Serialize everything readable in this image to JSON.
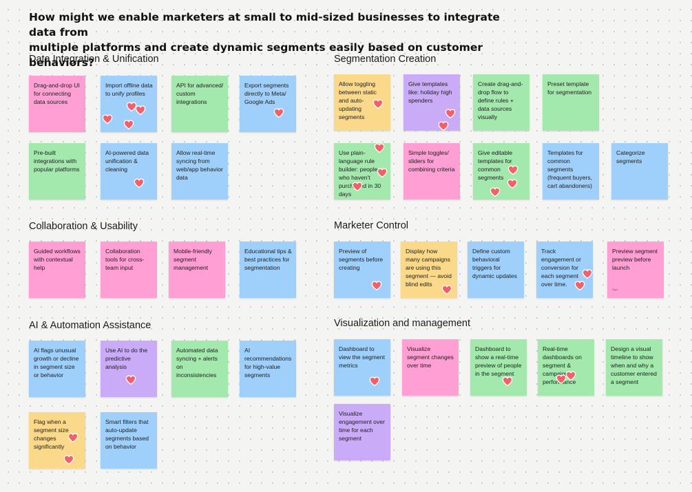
{
  "header": {
    "title_line1": "How might we enable marketers at small to mid-sized businesses to integrate data from",
    "title_line2": "multiple platforms and create dynamic segments easily based on customer behaviors?"
  },
  "sections": {
    "data_integration": "Data Integration & Unification",
    "collaboration": "Collaboration & Usability",
    "ai_automation": "AI & Automation Assistance",
    "segmentation": "Segmentation Creation",
    "marketer_control": "Marketer Control",
    "visualization": "Visualization and management"
  },
  "notes": {
    "di1": "Drag-and-drop UI for connecting data sources",
    "di2": "Import offline data to unify profiles",
    "di3": "API for advanced/ custom integrations",
    "di4": "Export segments directly to Meta/ Google Ads",
    "di5": "Pre-built integrations with popular platforms",
    "di6": "AI-powered data unification & cleaning",
    "di7": "Allow real-time syncing from web/app behavior data",
    "co1": "Guided workflows with contextual help",
    "co2": "Collaboration tools for cross-team input",
    "co3": "Mobile-friendly segment management",
    "co4": "Educational tips & best practices for segmentation",
    "ai1": "AI flags unusual growth or decline in segment size or behavior",
    "ai2": "Use AI to do the predictive analysis",
    "ai3": "Automated data syncing + alerts on inconsistencies",
    "ai4": "AI recommendations for high-value segments",
    "ai5": "Flag when a segment size changes significantly",
    "ai6": "Smart filters that auto-update segments based on behavior",
    "sc1": "Allow toggling between static and auto-updating segments",
    "sc2": "Give templates like: holiday high spenders",
    "sc3": "Create drag-and-drop flow to define rules + data sources visually",
    "sc4": "Preset template for segmentation",
    "sc5": "Use plain-language rule builder: people who haven't purchased in 30 days",
    "sc6": "Simple toggles/ sliders for combining criteria",
    "sc7": "Give editable templates for common segments",
    "sc8": "Templates for common segments (frequent buyers, cart abandoners)",
    "sc9": "Categorize segments",
    "mc1": "Preview of segments before creating",
    "mc2": "Display how many campaigns are using this segment — avoid blind edits",
    "mc3": "Define custom behavioral triggers for dynamic updates",
    "mc4": "Track engagement or conversion for each segment over time.",
    "mc5": "Preview segment preview before launch",
    "mc5_sig": "Sign",
    "vm1": "Dashboard to view the segment metrics",
    "vm2": "Visualize segment changes over time",
    "vm3": "Dashboard to show a real-time preview of people in the segment",
    "vm4": "Real-time dashboards on segment & campaign performance",
    "vm5": "Design a visual timeline to show when and why a customer entered a segment",
    "vm6": "Visualize engagement over time for each segment"
  },
  "icons": {
    "reaction": "heart-icon"
  },
  "colors": {
    "pink": "#ff9fd3",
    "blue": "#9fd0fb",
    "green": "#a3e8ad",
    "yellow": "#fbd98a",
    "purple": "#c9abf7",
    "heart": "#f2606a"
  }
}
